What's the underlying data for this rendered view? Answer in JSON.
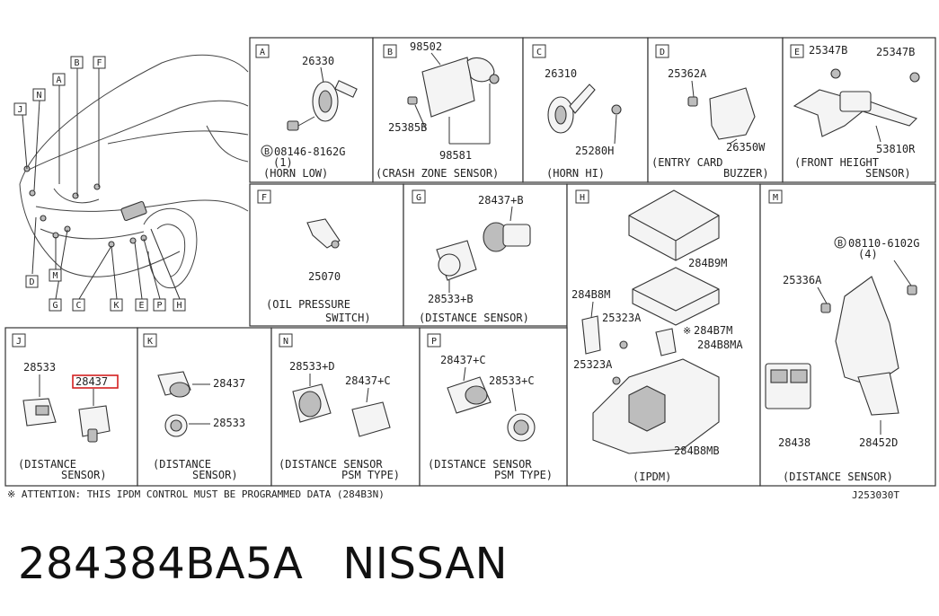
{
  "diagram": {
    "car_callouts": [
      "A",
      "B",
      "F",
      "N",
      "J",
      "D",
      "M",
      "G",
      "C",
      "K",
      "E",
      "P",
      "H"
    ],
    "panels": {
      "A": {
        "label": "A",
        "parts": [
          "26330",
          "08146-8162G",
          "(1)"
        ],
        "caption": [
          "(HORN LOW)"
        ]
      },
      "B": {
        "label": "B",
        "parts": [
          "98502",
          "25385B",
          "98581"
        ],
        "caption": [
          "(CRASH ZONE SENSOR)"
        ]
      },
      "C": {
        "label": "C",
        "parts": [
          "26310",
          "25280H"
        ],
        "caption": [
          "(HORN HI)"
        ]
      },
      "D": {
        "label": "D",
        "parts": [
          "25362A",
          "26350W"
        ],
        "caption": [
          "(ENTRY CARD",
          "BUZZER)"
        ]
      },
      "E": {
        "label": "E",
        "parts": [
          "25347B",
          "25347B",
          "53810R"
        ],
        "caption": [
          "(FRONT HEIGHT",
          "SENSOR)"
        ]
      },
      "F": {
        "label": "F",
        "parts": [
          "25070"
        ],
        "caption": [
          "(OIL PRESSURE",
          "SWITCH)"
        ]
      },
      "G": {
        "label": "G",
        "parts": [
          "28437+B",
          "28533+B"
        ],
        "caption": [
          "(DISTANCE SENSOR)"
        ]
      },
      "H": {
        "label": "H",
        "parts": [
          "284B9M",
          "284B8M",
          "25323A",
          "284B7M",
          "284B8MA",
          "25323A",
          "284B8MB"
        ],
        "caption": [
          "(IPDM)"
        ]
      },
      "M": {
        "label": "M",
        "parts": [
          "08110-6102G",
          "(4)",
          "25336A",
          "28438",
          "28452D"
        ],
        "caption": [
          "(DISTANCE SENSOR)"
        ]
      },
      "J": {
        "label": "J",
        "parts": [
          "28533",
          "28437"
        ],
        "caption": [
          "(DISTANCE",
          "SENSOR)"
        ]
      },
      "K": {
        "label": "K",
        "parts": [
          "28437",
          "28533"
        ],
        "caption": [
          "(DISTANCE",
          "SENSOR)"
        ]
      },
      "N": {
        "label": "N",
        "parts": [
          "28533+D",
          "28437+C"
        ],
        "caption": [
          "(DISTANCE SENSOR",
          "PSM TYPE)"
        ]
      },
      "P": {
        "label": "P",
        "parts": [
          "28437+C",
          "28533+C"
        ],
        "caption": [
          "(DISTANCE SENSOR",
          "PSM TYPE)"
        ]
      }
    },
    "attention_note": "※ ATTENTION: THIS IPDM CONTROL MUST BE PROGRAMMED DATA (284B3N)",
    "diagram_code": "J253030T",
    "bolt_marker": "B",
    "ipdm_asterisk": "※"
  },
  "caption": {
    "part_number": "284384BA5A",
    "brand": "NISSAN"
  },
  "colors": {
    "highlight": "#d42020",
    "ink": "#222222"
  }
}
